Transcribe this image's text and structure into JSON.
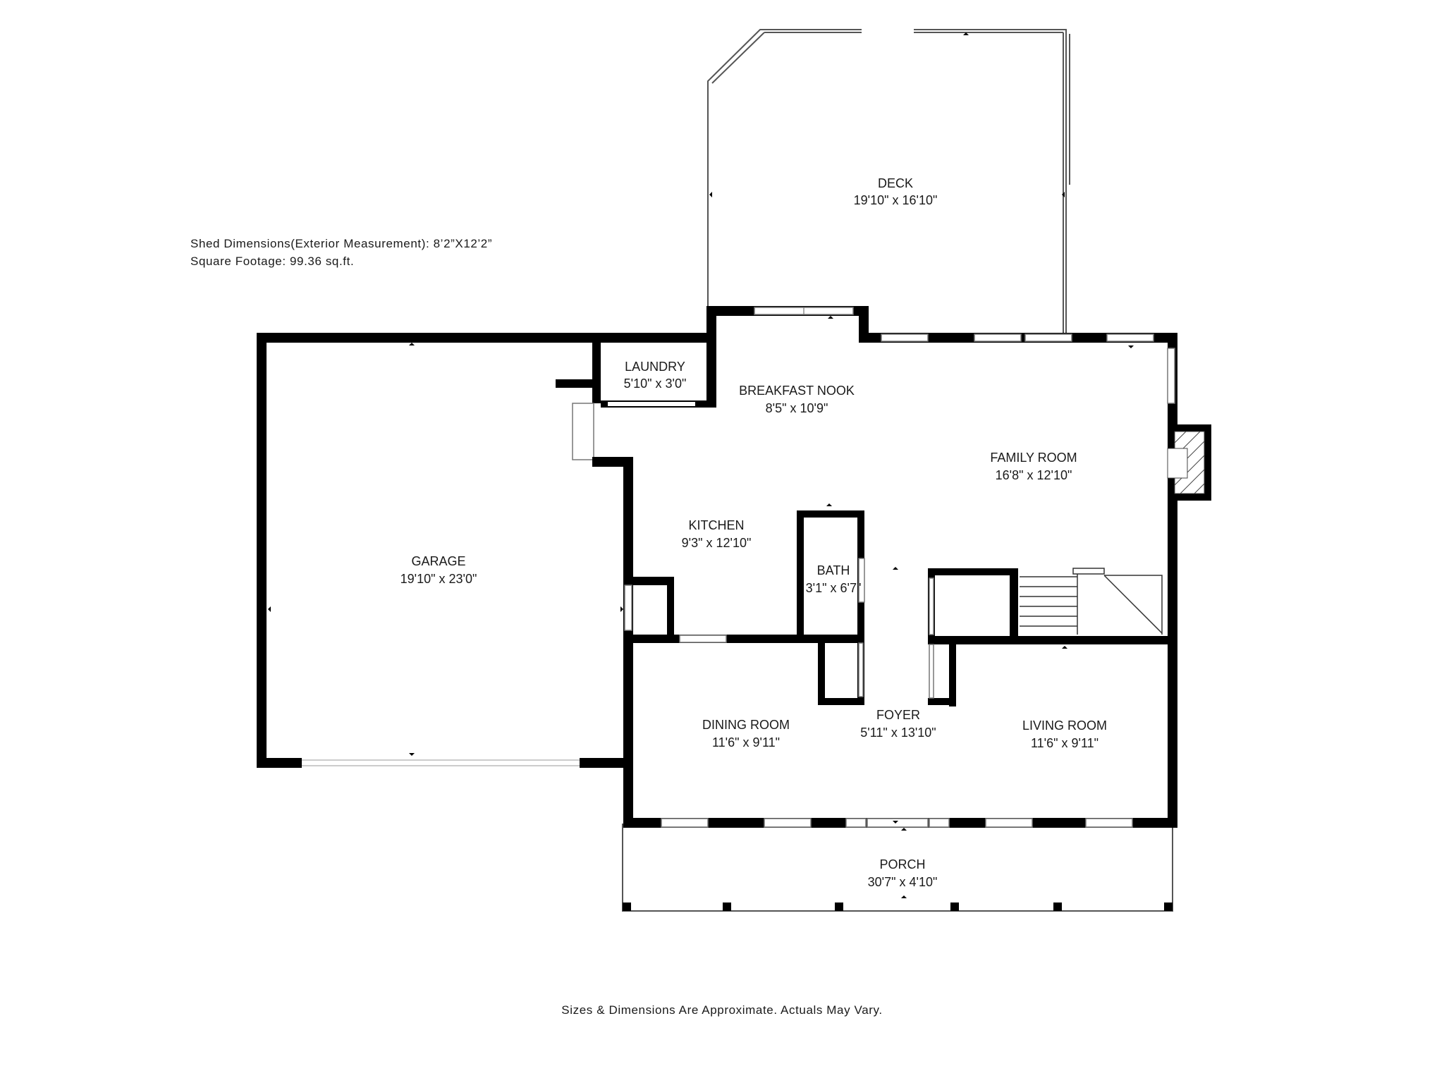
{
  "notes": {
    "shed_dimensions": "Shed Dimensions(Exterior Measurement):  8’2”X12’2”",
    "square_footage": "Square Footage:  99.36 sq.ft.",
    "disclaimer": "Sizes & Dimensions Are Approximate. Actuals May Vary."
  },
  "rooms": {
    "deck": {
      "name": "DECK",
      "size": "19'10\" x 16'10\""
    },
    "laundry": {
      "name": "LAUNDRY",
      "size": "5'10\" x 3'0\""
    },
    "breakfast_nook": {
      "name": "BREAKFAST NOOK",
      "size": "8'5\" x 10'9\""
    },
    "family_room": {
      "name": "FAMILY ROOM",
      "size": "16'8\" x 12'10\""
    },
    "garage": {
      "name": "GARAGE",
      "size": "19'10\" x 23'0\""
    },
    "kitchen": {
      "name": "KITCHEN",
      "size": "9'3\" x 12'10\""
    },
    "bath": {
      "name": "BATH",
      "size": "3'1\" x 6'7\""
    },
    "dining_room": {
      "name": "DINING ROOM",
      "size": "11'6\" x 9'11\""
    },
    "foyer": {
      "name": "FOYER",
      "size": "5'11\" x 13'10\""
    },
    "living_room": {
      "name": "LIVING ROOM",
      "size": "11'6\" x 9'11\""
    },
    "porch": {
      "name": "PORCH",
      "size": "30'7\" x 4'10\""
    }
  }
}
